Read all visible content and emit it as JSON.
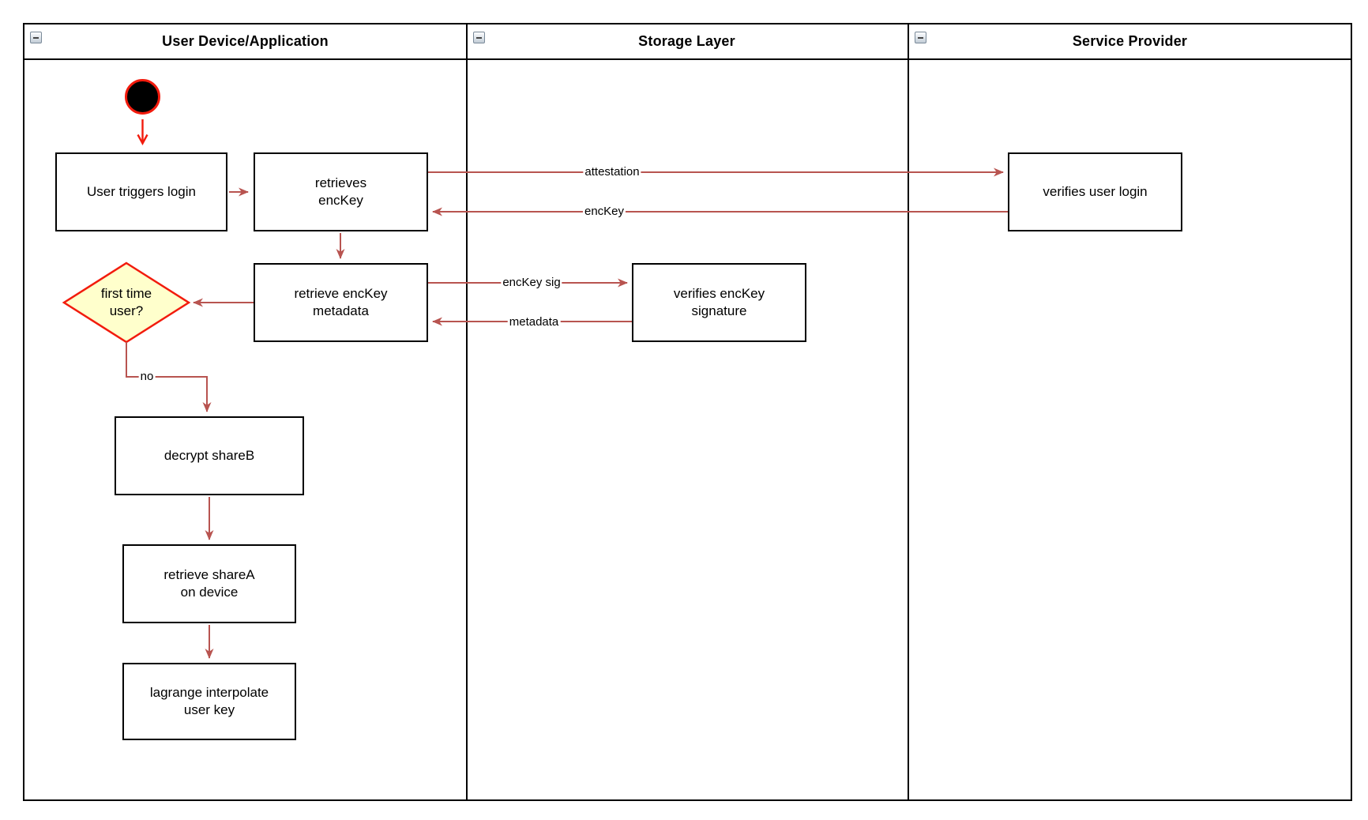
{
  "diagram": {
    "lanes": [
      {
        "title": "User Device/Application"
      },
      {
        "title": "Storage Layer"
      },
      {
        "title": "Service Provider"
      }
    ],
    "nodes": {
      "user_triggers_login": "User triggers login",
      "retrieves_enckey": "retrieves\nencKey",
      "retrieve_enckey_metadata": "retrieve encKey\nmetadata",
      "first_time_user": "first time\nuser?",
      "decrypt_shareb": "decrypt shareB",
      "retrieve_sharea": "retrieve shareA\non device",
      "lagrange_interpolate": "lagrange interpolate\nuser key",
      "verifies_enckey_signature": "verifies encKey\nsignature",
      "verifies_user_login": "verifies user login"
    },
    "edge_labels": {
      "attestation": "attestation",
      "enckey": "encKey",
      "enckey_sig": "encKey sig",
      "metadata": "metadata",
      "no": "no"
    },
    "colors": {
      "edge_stroke": "#b85450",
      "accent_red": "#f21b0d",
      "decision_fill": "#ffffcc",
      "node_border": "#000000",
      "node_fill": "#ffffff"
    }
  }
}
